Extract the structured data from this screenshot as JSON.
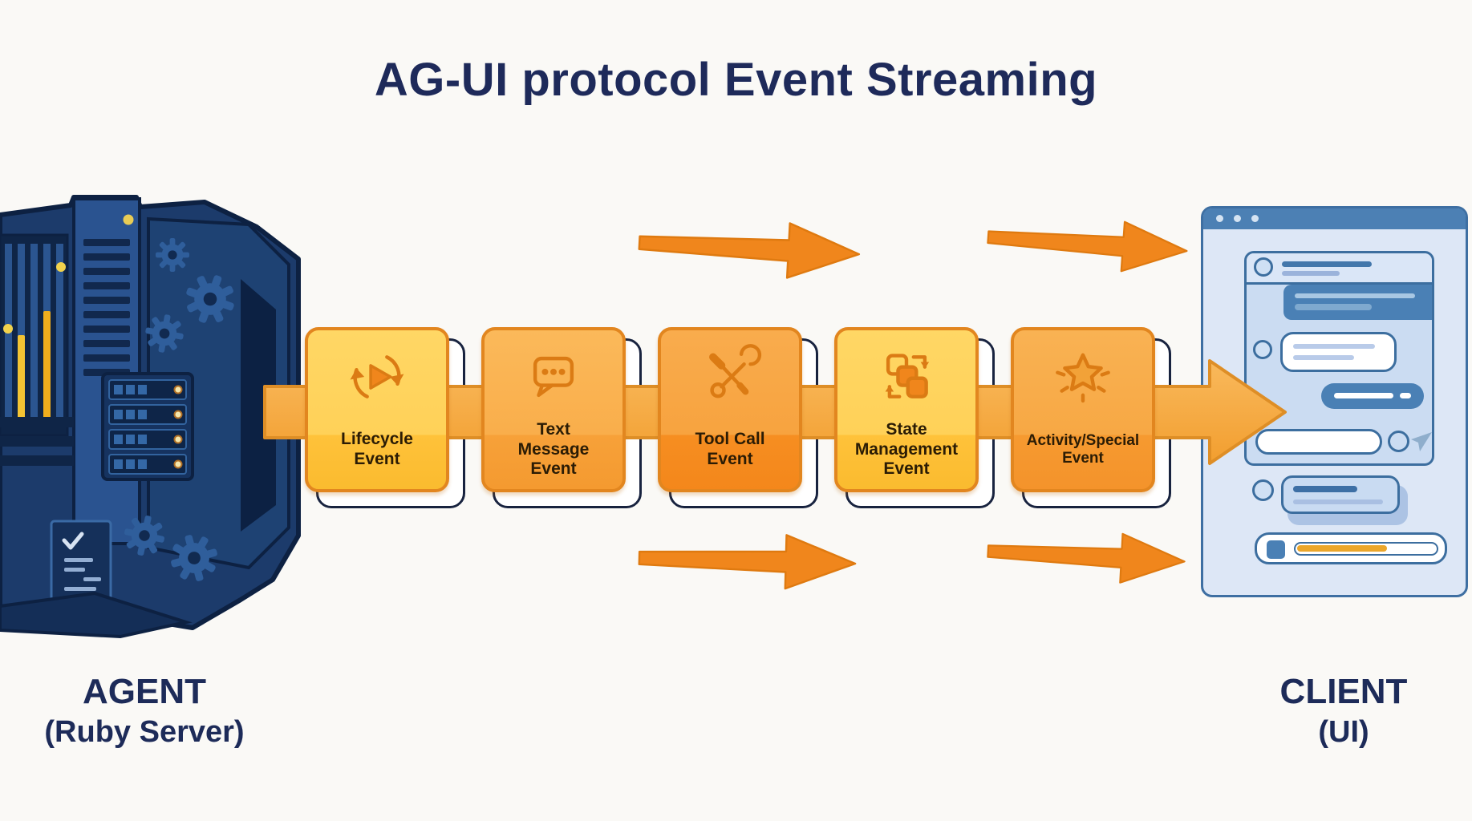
{
  "title": "AG-UI protocol Event Streaming",
  "agent": {
    "name": "AGENT",
    "subtitle": "(Ruby Server)"
  },
  "client": {
    "name": "CLIENT",
    "subtitle": "(UI)"
  },
  "events": [
    {
      "label": "Lifecycle\nEvent",
      "icon": "lifecycle-cycle-play-icon"
    },
    {
      "label": "Text\nMessage\nEvent",
      "icon": "chat-bubble-icon"
    },
    {
      "label": "Tool Call\nEvent",
      "icon": "crossed-tools-icon"
    },
    {
      "label": "State\nManagement\nEvent",
      "icon": "state-squares-swap-icon"
    },
    {
      "label": "Activity/Special\nEvent",
      "icon": "star-burst-icon"
    }
  ],
  "flow": {
    "direction": "left-to-right",
    "top_arrows": 2,
    "bottom_arrows": 2
  },
  "colors": {
    "background": "#FAF9F6",
    "title_navy": "#1E2A5A",
    "box_border_orange": "#E2861F",
    "box_yellow": "#FFD158",
    "box_orange": "#F68E21",
    "band_orange": "#F6AC43",
    "arrow_orange": "#F0861C",
    "outline_navy": "#18233F",
    "server_navy": "#1C3B6B",
    "server_accent_yellow": "#F4C433",
    "client_bar_blue": "#4C80B4",
    "client_body_blue": "#DDE7F6",
    "client_bubble_blue": "#4A80B5",
    "progress_orange": "#EBA62A"
  }
}
